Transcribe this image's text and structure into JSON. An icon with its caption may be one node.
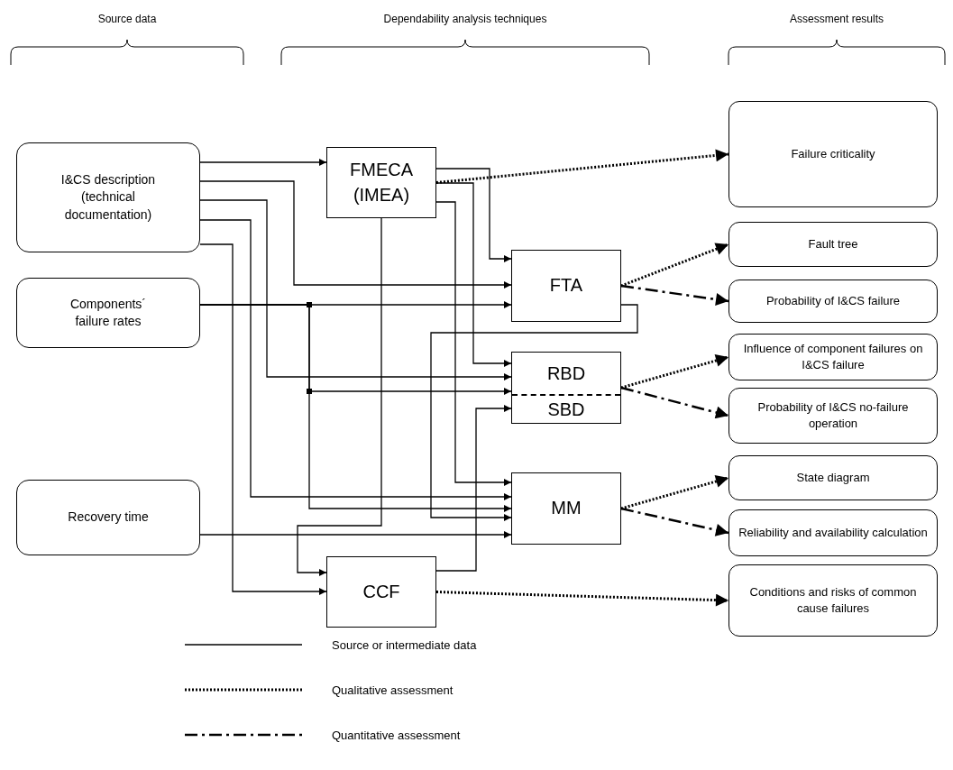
{
  "diagram": {
    "nodes": [
      {
        "text": [
          "I&CS description (technical documentation)"
        ]
      },
      {
        "text": [
          "Components´ failure rates"
        ]
      },
      {
        "text": [
          "Recovery time"
        ]
      },
      {
        "text": [
          "FMECA (IMEA)"
        ]
      },
      {
        "text": [
          "FTA"
        ]
      },
      {
        "text": [
          "RBD",
          "SBD"
        ]
      },
      {
        "text": [
          "MM"
        ]
      },
      {
        "text": [
          "CCF"
        ]
      },
      {
        "text": [
          "Failure criticality"
        ]
      },
      {
        "text": [
          "Fault tree"
        ]
      },
      {
        "text": [
          "Probability of I&CS failure"
        ]
      },
      {
        "text": [
          "Influence of component failures on I&CS failure"
        ]
      },
      {
        "text": [
          "Probability of I&CS no-failure operation"
        ]
      },
      {
        "text": [
          "State diagram"
        ]
      },
      {
        "text": [
          "Reliability and availability calculation"
        ]
      },
      {
        "text": [
          "Conditions and risks of common cause failures"
        ]
      }
    ],
    "edges": [
      {
        "from": 0,
        "to": 3,
        "arrow": "to"
      },
      {
        "from": 0,
        "to": 4,
        "arrow": "to"
      },
      {
        "from": 0,
        "to": 5,
        "arrow": "to"
      },
      {
        "from": 0,
        "to": 6,
        "arrow": "to"
      },
      {
        "from": 0,
        "to": 7,
        "arrow": "to"
      },
      {
        "from": 1,
        "to": 4,
        "arrow": "to"
      },
      {
        "from": 1,
        "to": 5,
        "arrow": "to"
      },
      {
        "from": 1,
        "to": 6,
        "arrow": "to"
      },
      {
        "from": 2,
        "to": 6,
        "arrow": "to"
      },
      {
        "from": 3,
        "to": 4,
        "arrow": "to"
      },
      {
        "from": 3,
        "to": 5,
        "arrow": "to"
      },
      {
        "from": 3,
        "to": 6,
        "arrow": "to"
      },
      {
        "from": 3,
        "to": 7,
        "arrow": "to"
      },
      {
        "from": 4,
        "to": 6,
        "arrow": "to"
      },
      {
        "from": 7,
        "to": 5,
        "arrow": "to"
      },
      {
        "from": 3,
        "to": 8,
        "arrow": "to",
        "style": "dashed"
      },
      {
        "from": 4,
        "to": 9,
        "arrow": "to",
        "style": "dashed"
      },
      {
        "from": 4,
        "to": 10,
        "arrow": "to",
        "style": "dashed"
      },
      {
        "from": 5,
        "to": 11,
        "arrow": "to",
        "style": "dashed"
      },
      {
        "from": 5,
        "to": 12,
        "arrow": "to",
        "style": "dashed"
      },
      {
        "from": 6,
        "to": 13,
        "arrow": "to",
        "style": "dashed"
      },
      {
        "from": 6,
        "to": 14,
        "arrow": "to",
        "style": "dashed"
      },
      {
        "from": 7,
        "to": 15,
        "arrow": "to",
        "style": "dashed"
      }
    ],
    "labels": [
      "Source data",
      "Dependability analysis techniques",
      "Assessment results"
    ],
    "legend": [
      {
        "text": "Source or intermediate data"
      },
      {
        "text": "Qualitative assessment"
      },
      {
        "text": "Quantitative assessment"
      }
    ]
  }
}
